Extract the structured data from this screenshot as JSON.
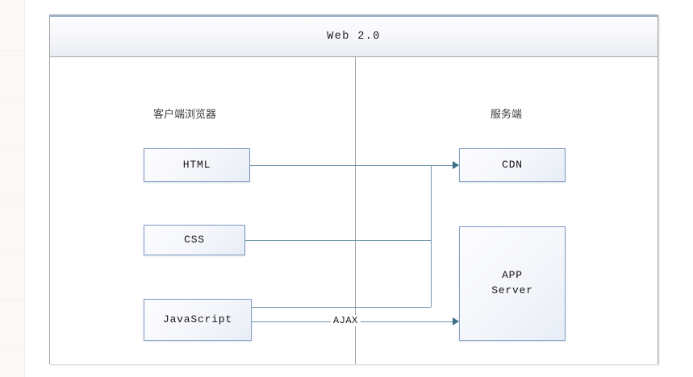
{
  "diagram": {
    "title": "Web 2.0",
    "zones": [
      {
        "id": "client",
        "label": "客户端浏览器"
      },
      {
        "id": "server",
        "label": "服务端"
      }
    ],
    "nodes": [
      {
        "id": "html",
        "label": "HTML",
        "zone": "client"
      },
      {
        "id": "css",
        "label": "CSS",
        "zone": "client"
      },
      {
        "id": "javascript",
        "label": "JavaScript",
        "zone": "client"
      },
      {
        "id": "cdn",
        "label": "CDN",
        "zone": "server"
      },
      {
        "id": "appserver",
        "label": "APP\nServer",
        "line1": "APP",
        "line2": "Server",
        "zone": "server"
      }
    ],
    "edges": [
      {
        "from": "html",
        "to": "cdn",
        "label": ""
      },
      {
        "from": "css",
        "to": "cdn",
        "label": ""
      },
      {
        "from": "javascript",
        "to": "cdn",
        "label": ""
      },
      {
        "from": "javascript",
        "to": "appserver",
        "label": "AJAX"
      }
    ],
    "colors": {
      "node_border": "#7d9dc4",
      "wire": "#6f96ad",
      "arrow": "#3f6f87",
      "frame_border": "#a6a6a6",
      "header_accent": "#9fb4d4"
    }
  }
}
